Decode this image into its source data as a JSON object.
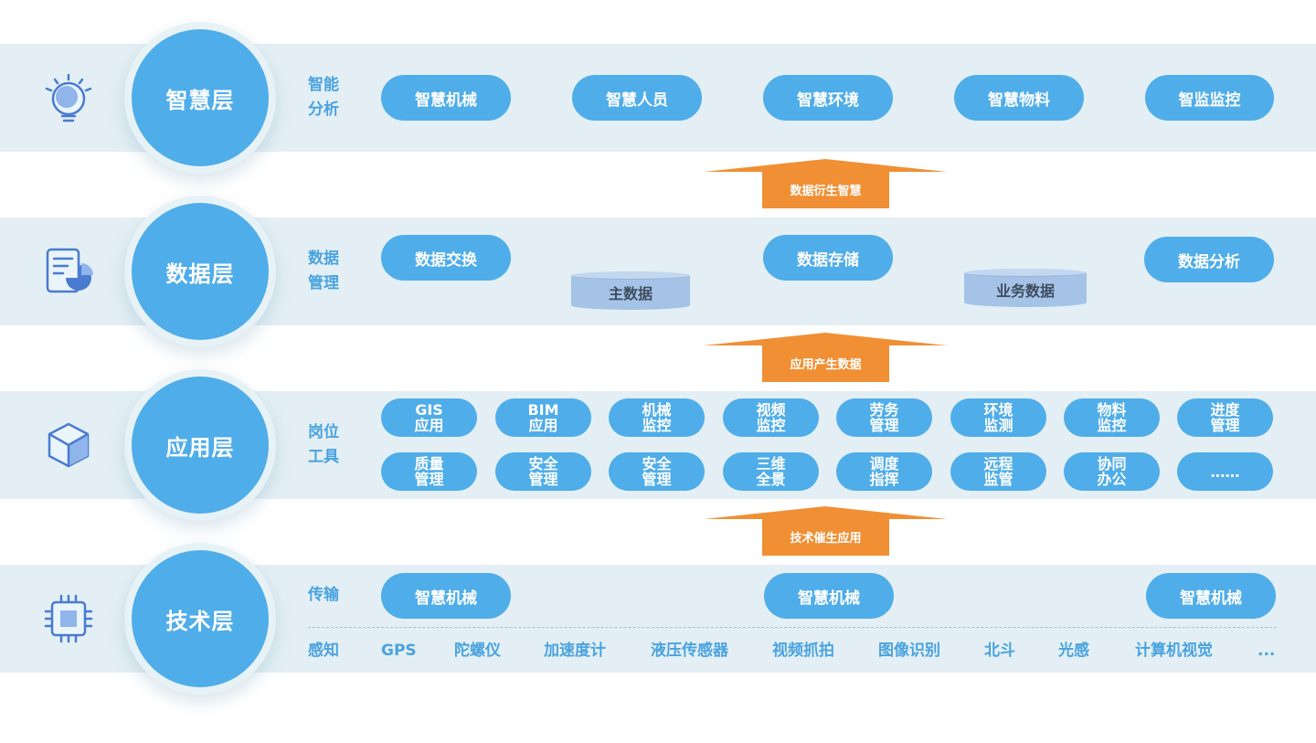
{
  "layers": [
    {
      "title": "智慧层",
      "category": [
        "智能",
        "分析"
      ],
      "icon": "lightbulb-icon"
    },
    {
      "title": "数据层",
      "category": [
        "数据",
        "管理"
      ],
      "icon": "report-chart-icon"
    },
    {
      "title": "应用层",
      "category": [
        "岗位",
        "工具"
      ],
      "icon": "cube-icon"
    },
    {
      "title": "技术层",
      "category": [
        "传输"
      ],
      "icon": "chip-icon"
    }
  ],
  "wisdom": {
    "items": [
      "智慧机械",
      "智慧人员",
      "智慧环境",
      "智慧物料",
      "智监监控"
    ]
  },
  "data_layer": {
    "pills": [
      "数据交换",
      "数据存储",
      "数据分析"
    ],
    "databases": [
      "主数据",
      "业务数据"
    ]
  },
  "app_layer": {
    "row1": [
      "GIS\n应用",
      "BIM\n应用",
      "机械\n监控",
      "视频\n监控",
      "劳务\n管理",
      "环境\n监测",
      "物料\n监控",
      "进度\n管理"
    ],
    "row2": [
      "质量\n管理",
      "安全\n管理",
      "安全\n管理",
      "三维\n全景",
      "调度\n指挥",
      "远程\n监管",
      "协同\n办公",
      "……"
    ]
  },
  "tech_layer": {
    "transmission": [
      "智慧机械",
      "智慧机械",
      "智慧机械"
    ],
    "sensing_label": "感知",
    "sensing": [
      "GPS",
      "陀螺仪",
      "加速度计",
      "液压传感器",
      "视频抓拍",
      "图像识别",
      "北斗",
      "光感",
      "计算机视觉",
      "..."
    ]
  },
  "arrows": [
    "数据衍生智慧",
    "应用产生数据",
    "技术催生应用"
  ],
  "colors": {
    "band": "#e3eff4",
    "pill": "#4fade9",
    "text": "#4aa3df",
    "arrow": "#f08f34",
    "icon": "#4a7bd0"
  }
}
